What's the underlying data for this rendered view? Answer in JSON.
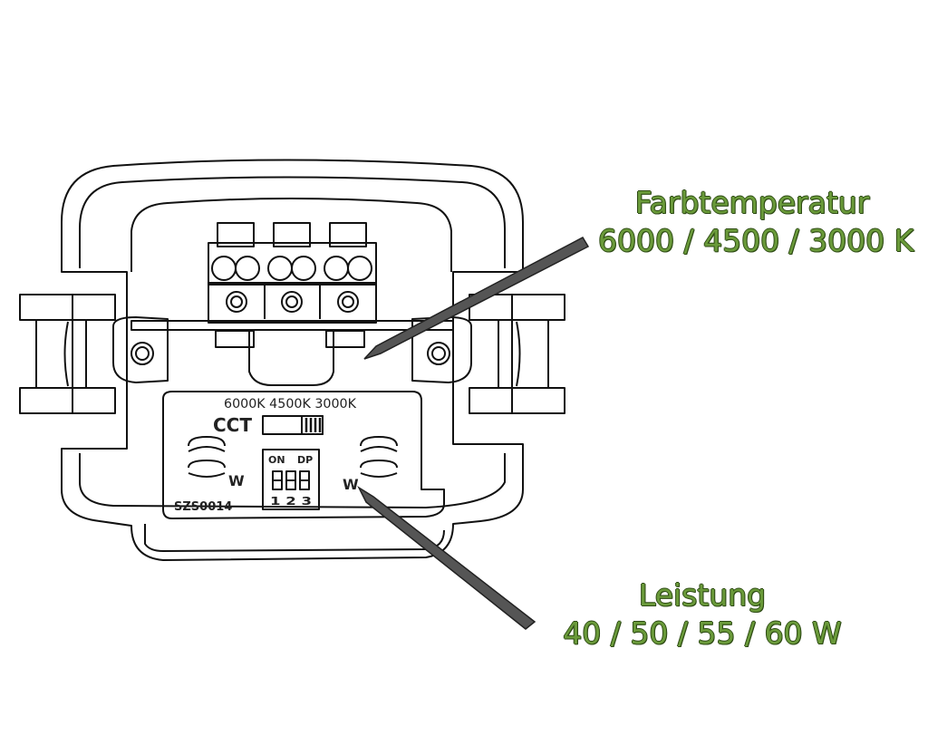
{
  "callouts": {
    "color_temperature": {
      "title": "Farbtemperatur",
      "values": "6000 / 4500 / 3000 K"
    },
    "power": {
      "title": "Leistung",
      "values": "40 / 50 / 55 / 60 W"
    }
  },
  "board": {
    "cct_temperatures": "6000K  4500K  3000K",
    "cct_label": "CCT",
    "dip_on": "ON",
    "dip_dp": "DP",
    "dip_numbers": "1 2 3",
    "w_left": "W",
    "w_right": "W",
    "part_number": "SZS0014"
  },
  "colors": {
    "callout_text": "#6a9a3a",
    "callout_outline": "#2d4a14",
    "pointer": "#555555",
    "line_art": "#111111"
  }
}
